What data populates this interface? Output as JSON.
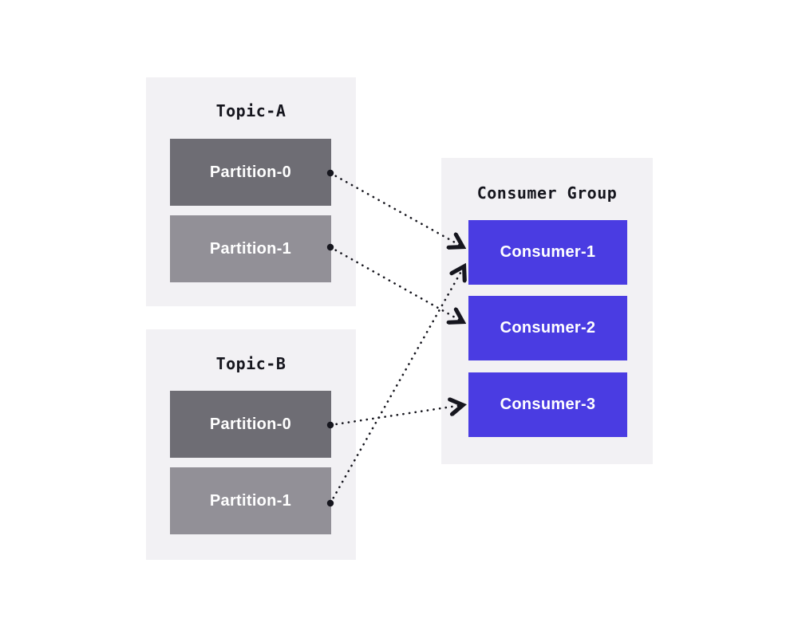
{
  "diagram": {
    "topics": [
      {
        "title": "Topic-A",
        "partitions": [
          "Partition-0",
          "Partition-1"
        ]
      },
      {
        "title": "Topic-B",
        "partitions": [
          "Partition-0",
          "Partition-1"
        ]
      }
    ],
    "consumer_group": {
      "title": "Consumer Group",
      "consumers": [
        "Consumer-1",
        "Consumer-2",
        "Consumer-3"
      ]
    },
    "connections": [
      {
        "from": "topic-a-partition-0",
        "to": "consumer-1",
        "style": "dotted-arrow"
      },
      {
        "from": "topic-a-partition-1",
        "to": "consumer-2",
        "style": "dotted-arrow"
      },
      {
        "from": "topic-b-partition-0",
        "to": "consumer-3",
        "style": "dotted-arrow"
      },
      {
        "from": "topic-b-partition-1",
        "to": "consumer-1",
        "style": "dotted-arrow"
      }
    ],
    "colors": {
      "page_bg": "#ffffff",
      "panel_bg": "#f2f1f4",
      "partition_dark": "#6e6d74",
      "partition_light": "#929097",
      "consumer_bg": "#4a3ce2",
      "ink": "#16161e",
      "label_text": "#ffffff"
    }
  }
}
